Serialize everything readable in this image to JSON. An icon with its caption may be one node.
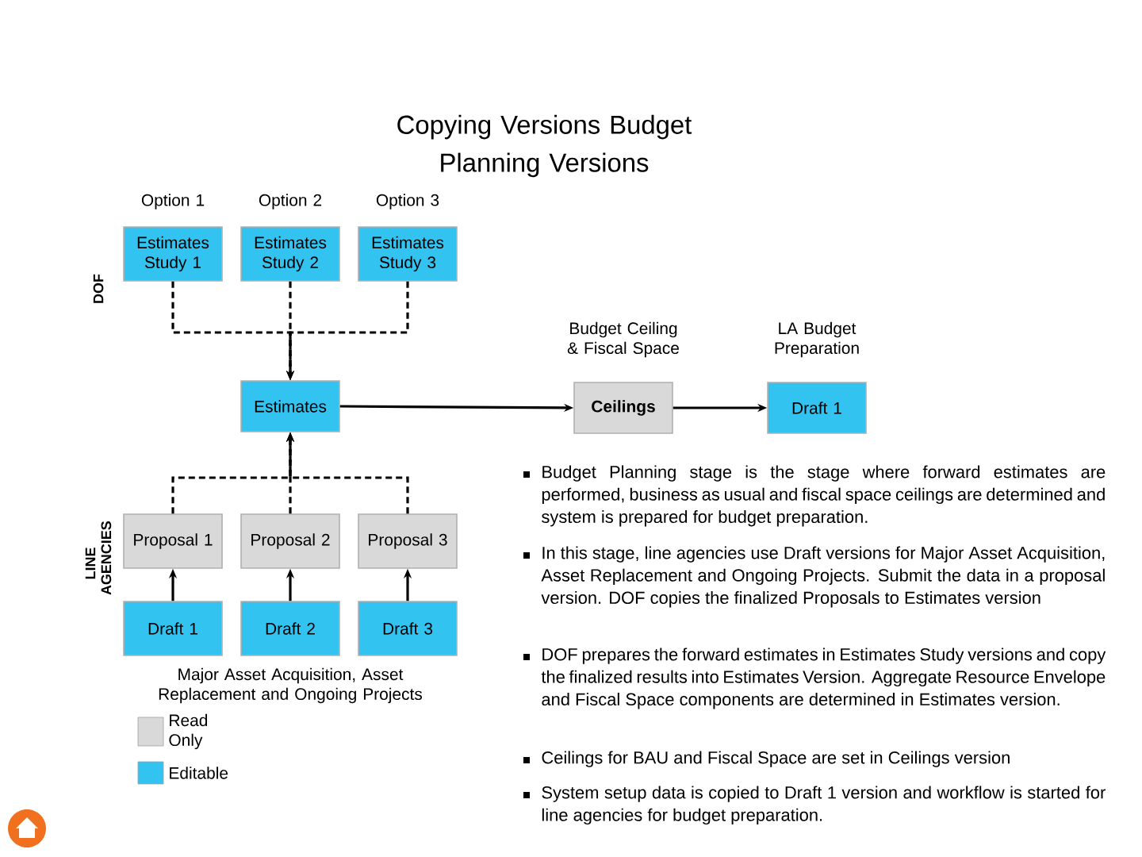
{
  "diagram": {
    "title": "Copying Versions Budget Planning Versions",
    "nodes": [
      {
        "text": [
          "Estimates Study 1"
        ],
        "beside": [
          "Option 1"
        ]
      },
      {
        "text": [
          "Estimates Study 2"
        ],
        "beside": [
          "Option 2"
        ]
      },
      {
        "text": [
          "Estimates Study 3"
        ],
        "beside": [
          "Option 3"
        ]
      },
      {
        "text": [
          "Estimates"
        ]
      },
      {
        "text": [
          "Ceilings"
        ],
        "beside": [
          "Budget Ceiling & Fiscal Space"
        ]
      },
      {
        "text": [
          "Draft 1"
        ],
        "beside": [
          "LA Budget Preparation"
        ]
      },
      {
        "text": [
          "Proposal 1"
        ]
      },
      {
        "text": [
          "Proposal 2"
        ]
      },
      {
        "text": [
          "Proposal 3"
        ]
      },
      {
        "text": [
          "Draft 1"
        ]
      },
      {
        "text": [
          "Draft 2"
        ]
      },
      {
        "text": [
          "Draft 3"
        ]
      }
    ],
    "edges": [
      {
        "from": 0,
        "to": 3,
        "arrow": "to",
        "style": "dashed"
      },
      {
        "from": 1,
        "to": 3,
        "arrow": "to",
        "style": "dashed"
      },
      {
        "from": 2,
        "to": 3,
        "arrow": "to",
        "style": "dashed"
      },
      {
        "from": 6,
        "to": 3,
        "arrow": "to",
        "style": "dashed"
      },
      {
        "from": 7,
        "to": 3,
        "arrow": "to",
        "style": "dashed"
      },
      {
        "from": 8,
        "to": 3,
        "arrow": "to",
        "style": "dashed"
      },
      {
        "from": 3,
        "to": 4,
        "arrow": "to"
      },
      {
        "from": 4,
        "to": 5,
        "arrow": "to"
      },
      {
        "from": 9,
        "to": 6,
        "arrow": "to"
      },
      {
        "from": 10,
        "to": 7,
        "arrow": "to"
      },
      {
        "from": 11,
        "to": 8,
        "arrow": "to"
      }
    ],
    "labels": [
      "DOF",
      "LINE AGENCIES",
      "Major Asset Acquisition, Asset Replacement and Ongoing Projects",
      "Budget Planning stage is the stage where forward estimates are performed, business as usual and fiscal space ceilings are determined and system is prepared for budget preparation.",
      "In this stage, line agencies use Draft versions for Major Asset Acquisition, Asset Replacement and Ongoing Projects. Submit the data in a proposal version. DOF copies the finalized Proposals to Estimates version",
      "DOF prepares the forward estimates in Estimates Study versions and copy the finalized results into Estimates Version. Aggregate Resource Envelope and Fiscal Space components are determined in Estimates version.",
      "Ceilings for BAU and Fiscal Space are set in Ceilings version",
      "System setup data is copied to Draft 1 version and workflow is started for line agencies for budget preparation."
    ],
    "legend": [
      {
        "text": "Read Only",
        "color": "#d9d9d9"
      },
      {
        "text": "Editable",
        "color": "#33c3f0"
      }
    ]
  }
}
